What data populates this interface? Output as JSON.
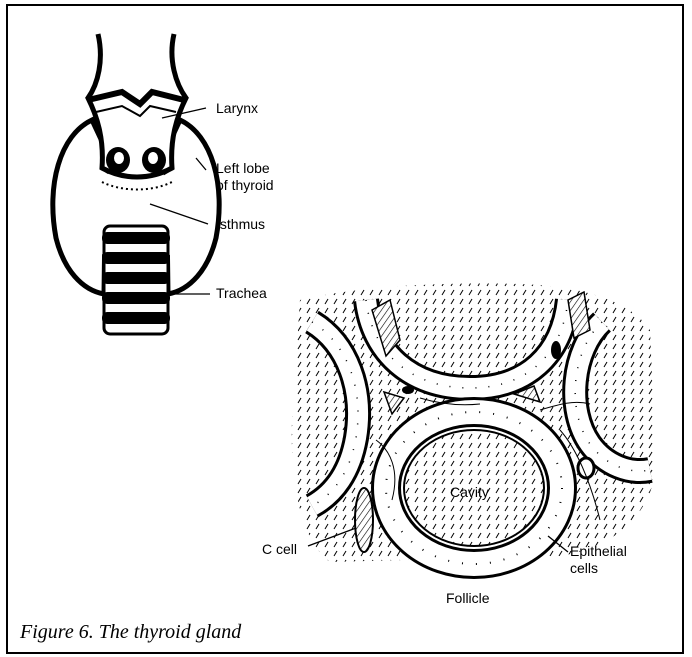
{
  "figure": {
    "caption": "Figure 6. The thyroid gland"
  },
  "labels": {
    "larynx": "Larynx",
    "left_lobe_line1": "Left lobe",
    "left_lobe_line2": "of thyroid",
    "isthmus": "Isthmus",
    "trachea": "Trachea",
    "cavity": "Cavity",
    "c_cell": "C cell",
    "epithelial_line1": "Epithelial",
    "epithelial_line2": "cells",
    "follicle": "Follicle"
  }
}
